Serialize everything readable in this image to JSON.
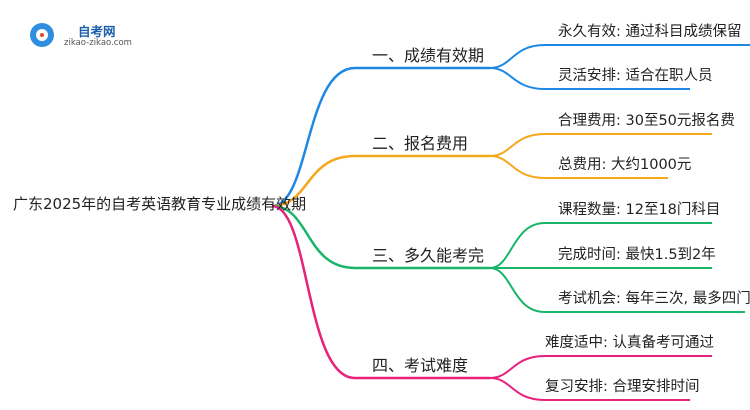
{
  "logo": {
    "name": "自考网",
    "url": "zikao-zikao.com"
  },
  "root": {
    "label": "广东2025年的自考英语教育专业成绩有效期"
  },
  "branches": [
    {
      "label": "一、成绩有效期",
      "color": "#1e88e5",
      "leaves": [
        "永久有效: 通过科目成绩保留",
        "灵活安排: 适合在职人员"
      ]
    },
    {
      "label": "二、报名费用",
      "color": "#f4a81d",
      "leaves": [
        "合理费用: 30至50元报名费",
        "总费用: 大约1000元"
      ]
    },
    {
      "label": "三、多久能考完",
      "color": "#19b56a",
      "leaves": [
        "课程数量: 12至18门科目",
        "完成时间: 最快1.5到2年",
        "考试机会: 每年三次, 最多四门"
      ]
    },
    {
      "label": "四、考试难度",
      "color": "#e8217a",
      "leaves": [
        "难度适中: 认真备考可通过",
        "复习安排: 合理安排时间"
      ]
    }
  ]
}
